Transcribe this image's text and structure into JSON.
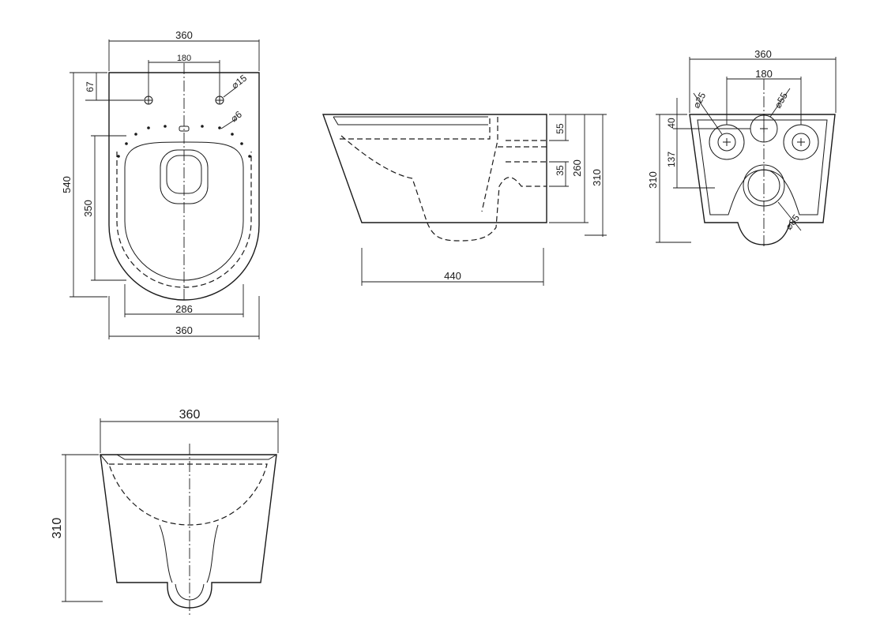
{
  "top_view": {
    "width_top": "360",
    "hole_spacing": "180",
    "hole_dia": "⌀15",
    "small_hole_dia": "⌀6",
    "offset_67": "67",
    "length_540": "540",
    "length_350": "350",
    "seat_width": "286",
    "width_bottom": "360"
  },
  "side_view": {
    "dim_55": "55",
    "dim_35": "35",
    "height_260": "260",
    "height_310": "310",
    "depth_440": "440"
  },
  "back_view": {
    "width": "360",
    "spacing": "180",
    "dia_25": "⌀25",
    "dia_55": "⌀55",
    "dim_40": "40",
    "dim_137": "137",
    "height_310": "310",
    "dia_85": "⌀85"
  },
  "front_view": {
    "width": "360",
    "height": "310"
  }
}
